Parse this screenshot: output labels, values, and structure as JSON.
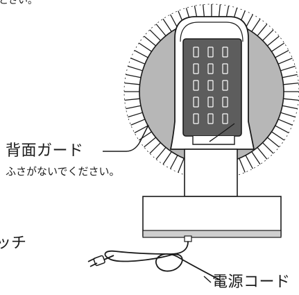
{
  "labels": {
    "top_fragment": "とさい。",
    "rear_guard": "背面ガード",
    "rear_guard_note": "ふさがないでください。",
    "switch_fragment": "ッチ",
    "power_cord": "電源コード"
  },
  "colors": {
    "line": "#1a1a1a",
    "grille": "#b7b7b7",
    "panel": "#5d5d5d",
    "paper": "#ffffff",
    "base_band": "#cfcfcf"
  },
  "icons": {
    "guard": "rear-guard-fin-ring",
    "heater": "heater-panel-with-slots",
    "plug": "power-plug"
  }
}
